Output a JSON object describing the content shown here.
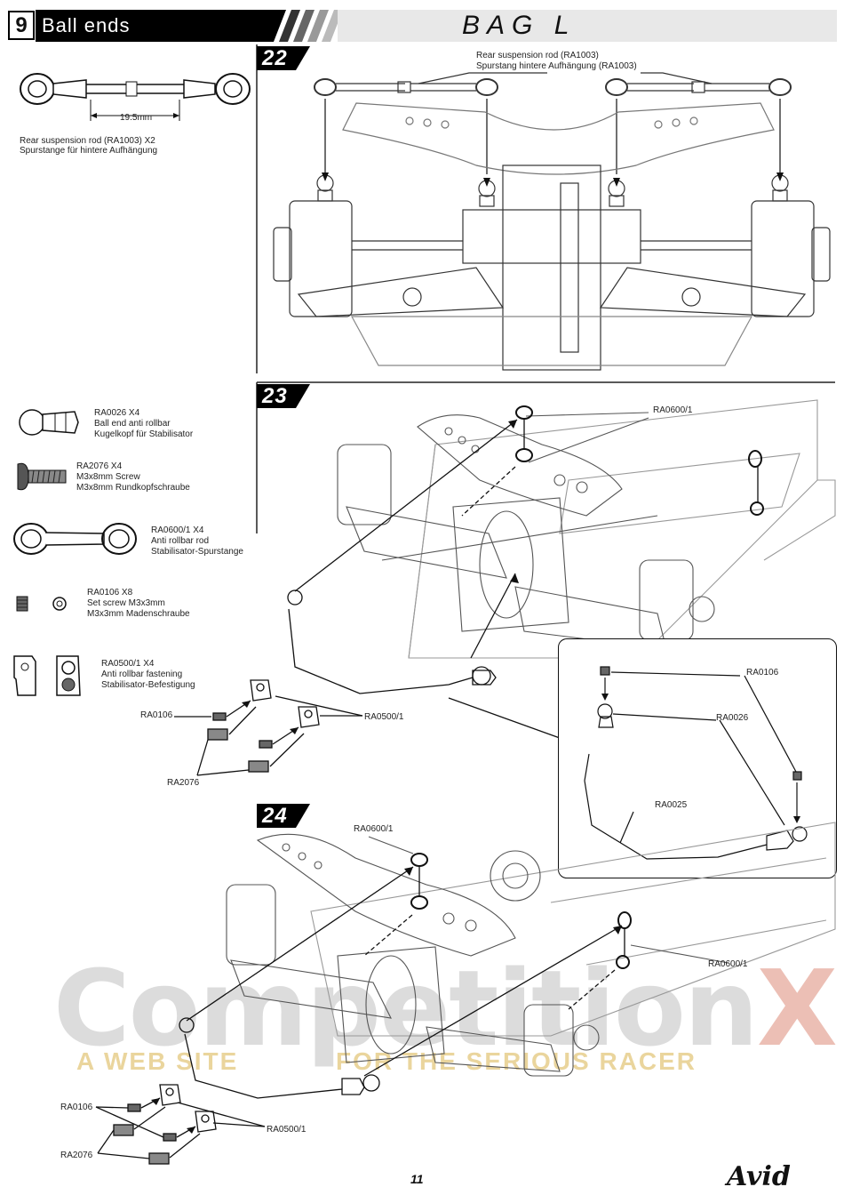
{
  "header": {
    "number": "9",
    "title": "Ball ends",
    "bag": "BAG L"
  },
  "steps": {
    "s22": "22",
    "s23": "23",
    "s24": "24"
  },
  "parts": {
    "rod_dim": "19.5mm",
    "rod_caption_en": "Rear suspension rod (RA1003) X2",
    "rod_caption_de": "Spurstange für hintere Aufhängung",
    "ra0026_code": "RA0026  X4",
    "ra0026_en": "Ball end anti rollbar",
    "ra0026_de": "Kugelkopf für Stabilisator",
    "ra2076_code": "RA2076  X4",
    "ra2076_en": "M3x8mm Screw",
    "ra2076_de": "M3x8mm Rundkopfschraube",
    "ra0600_code": "RA0600/1  X4",
    "ra0600_en": "Anti rollbar rod",
    "ra0600_de": "Stabilisator-Spurstange",
    "ra0106_code": "RA0106  X8",
    "ra0106_en": "Set screw M3x3mm",
    "ra0106_de": "M3x3mm Madenschraube",
    "ra0500_code": "RA0500/1  X4",
    "ra0500_en": "Anti rollbar fastening",
    "ra0500_de": "Stabilisator-Befestigung"
  },
  "step22": {
    "label_en": "Rear suspension rod (RA1003)",
    "label_de": "Spurstang hintere Aufhängung (RA1003)"
  },
  "step23": {
    "ra0600": "RA0600/1",
    "ra0106": "RA0106",
    "ra0500": "RA0500/1",
    "ra2076": "RA2076"
  },
  "inset": {
    "ra0106": "RA0106",
    "ra0026": "RA0026",
    "ra0025": "RA0025"
  },
  "step24": {
    "ra0600_a": "RA0600/1",
    "ra0600_b": "RA0600/1",
    "ra0106": "RA0106",
    "ra0500": "RA0500/1",
    "ra2076": "RA2076"
  },
  "watermark": {
    "main_a": "Comp",
    "main_b": "etition",
    "main_x": "X",
    "sub_a": "A WEB SITE",
    "sub_b": "FOR THE SERIOUS RACER"
  },
  "footer": {
    "page": "11",
    "brand": "Avid"
  }
}
